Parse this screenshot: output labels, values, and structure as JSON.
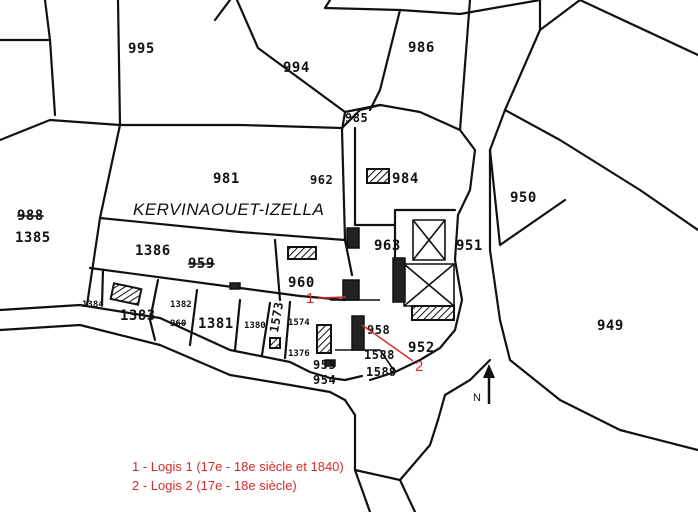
{
  "place_name": "KERVINAOUET-IZELLA",
  "north_label": "N",
  "parcels": {
    "p995": "995",
    "p994": "994",
    "p986": "986",
    "p985": "985",
    "p981": "981",
    "p962": "962",
    "p984": "984",
    "p988": "988",
    "p1385": "1385",
    "p950": "950",
    "p963": "963",
    "p951": "951",
    "p1386": "1386",
    "p959": "959",
    "p960": "960",
    "p1384": "1384",
    "p1383": "1383",
    "p1382": "1382",
    "p960b": "960",
    "p1381": "1381",
    "p1380": "1380",
    "p1573": "1573",
    "p1574": "1574",
    "p1376": "1376",
    "p958": "958",
    "p955": "955",
    "p1588": "1588",
    "p952": "952",
    "p954": "954",
    "p1589": "1589",
    "p949": "949"
  },
  "annotations": {
    "marker_1": "1",
    "marker_2": "2"
  },
  "legend": {
    "item_1": "1 - Logis 1 (17e - 18e siècle et 1840)",
    "item_2": "2 - Logis 2 (17e - 18e siècle)"
  },
  "colors": {
    "annotation": "#d62a2a",
    "ink": "#111111",
    "background": "#ffffff"
  }
}
